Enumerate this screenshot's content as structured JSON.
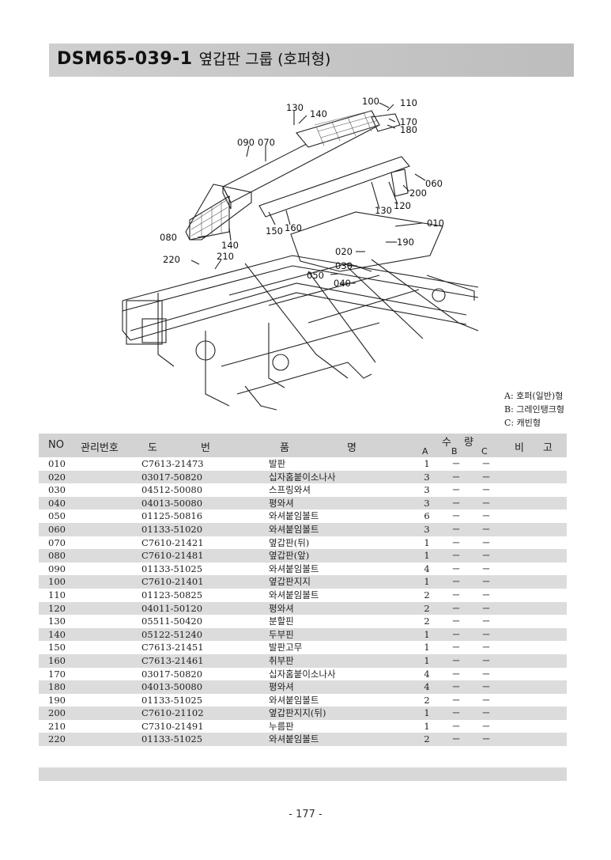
{
  "header": {
    "code": "DSM65-039-1",
    "name": "옆갑판 그룹 (호퍼형)"
  },
  "diagram": {
    "labels": [
      "130",
      "140",
      "100",
      "110",
      "170",
      "180",
      "090",
      "070",
      "060",
      "200",
      "130",
      "120",
      "010",
      "080",
      "140",
      "150",
      "160",
      "190",
      "220",
      "210",
      "020",
      "030",
      "050",
      "040"
    ]
  },
  "legend": [
    "A: 호퍼(일반)형",
    "B: 그레인탱크형",
    "C: 캐빈형"
  ],
  "table": {
    "headers": {
      "no": "NO",
      "mgmt": "관리번호",
      "do": "도",
      "beon": "번",
      "pum": "품",
      "myeong": "명",
      "su": "수",
      "ryang": "량",
      "a": "A",
      "b": "B",
      "c": "C",
      "bi": "비",
      "go": "고"
    },
    "rows": [
      {
        "no": "010",
        "part": "C7613-21473",
        "desc": "발판",
        "a": "1",
        "b": "－",
        "c": "－"
      },
      {
        "no": "020",
        "part": "03017-50820",
        "desc": "십자홈붙이소나사",
        "a": "3",
        "b": "－",
        "c": "－"
      },
      {
        "no": "030",
        "part": "04512-50080",
        "desc": "스프링와셔",
        "a": "3",
        "b": "－",
        "c": "－"
      },
      {
        "no": "040",
        "part": "04013-50080",
        "desc": "평와셔",
        "a": "3",
        "b": "－",
        "c": "－"
      },
      {
        "no": "050",
        "part": "01125-50816",
        "desc": "와셔붙임볼트",
        "a": "6",
        "b": "－",
        "c": "－"
      },
      {
        "no": "060",
        "part": "01133-51020",
        "desc": "와셔붙임볼트",
        "a": "3",
        "b": "－",
        "c": "－"
      },
      {
        "no": "070",
        "part": "C7610-21421",
        "desc": "옆갑판(뒤)",
        "a": "1",
        "b": "－",
        "c": "－"
      },
      {
        "no": "080",
        "part": "C7610-21481",
        "desc": "옆갑판(앞)",
        "a": "1",
        "b": "－",
        "c": "－"
      },
      {
        "no": "090",
        "part": "01133-51025",
        "desc": "와셔붙임볼트",
        "a": "4",
        "b": "－",
        "c": "－"
      },
      {
        "no": "100",
        "part": "C7610-21401",
        "desc": "옆갑판지지",
        "a": "1",
        "b": "－",
        "c": "－"
      },
      {
        "no": "110",
        "part": "01123-50825",
        "desc": "와셔붙임볼트",
        "a": "2",
        "b": "－",
        "c": "－"
      },
      {
        "no": "120",
        "part": "04011-50120",
        "desc": "평와셔",
        "a": "2",
        "b": "－",
        "c": "－"
      },
      {
        "no": "130",
        "part": "05511-50420",
        "desc": "분할핀",
        "a": "2",
        "b": "－",
        "c": "－"
      },
      {
        "no": "140",
        "part": "05122-51240",
        "desc": "두부핀",
        "a": "1",
        "b": "－",
        "c": "－"
      },
      {
        "no": "150",
        "part": "C7613-21451",
        "desc": "발판고무",
        "a": "1",
        "b": "－",
        "c": "－"
      },
      {
        "no": "160",
        "part": "C7613-21461",
        "desc": "취부판",
        "a": "1",
        "b": "－",
        "c": "－"
      },
      {
        "no": "170",
        "part": "03017-50820",
        "desc": "십자홈붙이소나사",
        "a": "4",
        "b": "－",
        "c": "－"
      },
      {
        "no": "180",
        "part": "04013-50080",
        "desc": "평와셔",
        "a": "4",
        "b": "－",
        "c": "－"
      },
      {
        "no": "190",
        "part": "01133-51025",
        "desc": "와셔붙임볼트",
        "a": "2",
        "b": "－",
        "c": "－"
      },
      {
        "no": "200",
        "part": "C7610-21102",
        "desc": "옆갑판지지(뒤)",
        "a": "1",
        "b": "－",
        "c": "－"
      },
      {
        "no": "210",
        "part": "C7310-21491",
        "desc": "누름판",
        "a": "1",
        "b": "－",
        "c": "－"
      },
      {
        "no": "220",
        "part": "01133-51025",
        "desc": "와셔붙임볼트",
        "a": "2",
        "b": "－",
        "c": "－"
      }
    ]
  },
  "page_number": "- 177 -"
}
